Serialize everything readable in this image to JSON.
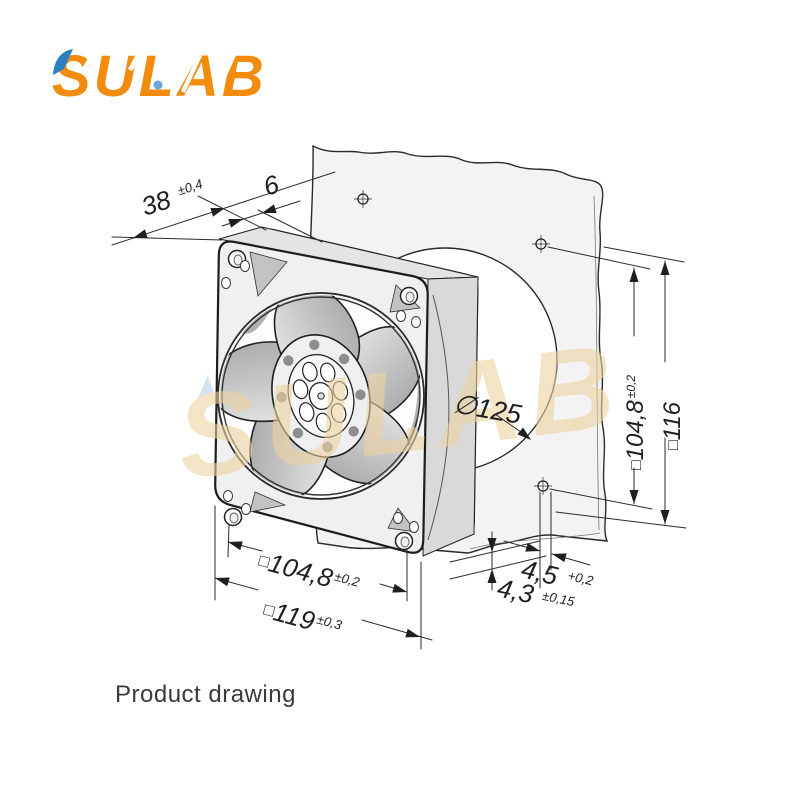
{
  "logo": {
    "text": "SULAB",
    "color": "#F28C0F",
    "accent_blue": "#2E7FC0",
    "dot_blue": "#6AA6D8"
  },
  "watermark": {
    "text": "SULAB",
    "color": "#ECD3A0"
  },
  "caption": {
    "text": "Product drawing"
  },
  "dims": {
    "depth": {
      "value": "38",
      "tol": "±0,4"
    },
    "flange": {
      "value": "6"
    },
    "hole": {
      "prefix": "∅",
      "value": "125"
    },
    "side_inner": {
      "prefix": "□",
      "value": "104,8",
      "tol": "±0,2"
    },
    "side_outer": {
      "prefix": "□",
      "value": "116"
    },
    "bottom_inner": {
      "prefix": "□",
      "value": "104,8",
      "tol": "±0,2"
    },
    "bottom_outer": {
      "prefix": "□",
      "value": "119",
      "tol": "±0,3"
    },
    "screw_offset": {
      "value": "4,5",
      "tol": "+0,2"
    },
    "plate_gap": {
      "value": "4,3",
      "tol": "±0,15"
    }
  }
}
